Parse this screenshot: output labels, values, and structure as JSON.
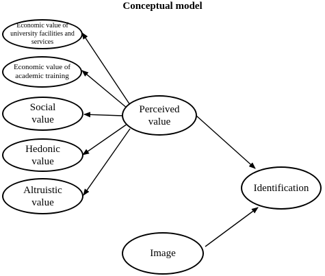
{
  "diagram": {
    "title": "Conceptual model",
    "nodes": {
      "economic_facilities": {
        "label_lines": [
          "Economic value of",
          "university facilities and",
          "services"
        ]
      },
      "economic_training": {
        "label_lines": [
          "Economic value of",
          "academic training"
        ]
      },
      "social_value": {
        "label_lines": [
          "Social",
          "value"
        ]
      },
      "hedonic_value": {
        "label_lines": [
          "Hedonic",
          "value"
        ]
      },
      "altruistic_value": {
        "label_lines": [
          "Altruistic",
          "value"
        ]
      },
      "perceived_value": {
        "label_lines": [
          "Perceived",
          "value"
        ]
      },
      "identification": {
        "label_lines": [
          "Identification"
        ]
      },
      "image": {
        "label_lines": [
          "Image"
        ]
      }
    }
  }
}
